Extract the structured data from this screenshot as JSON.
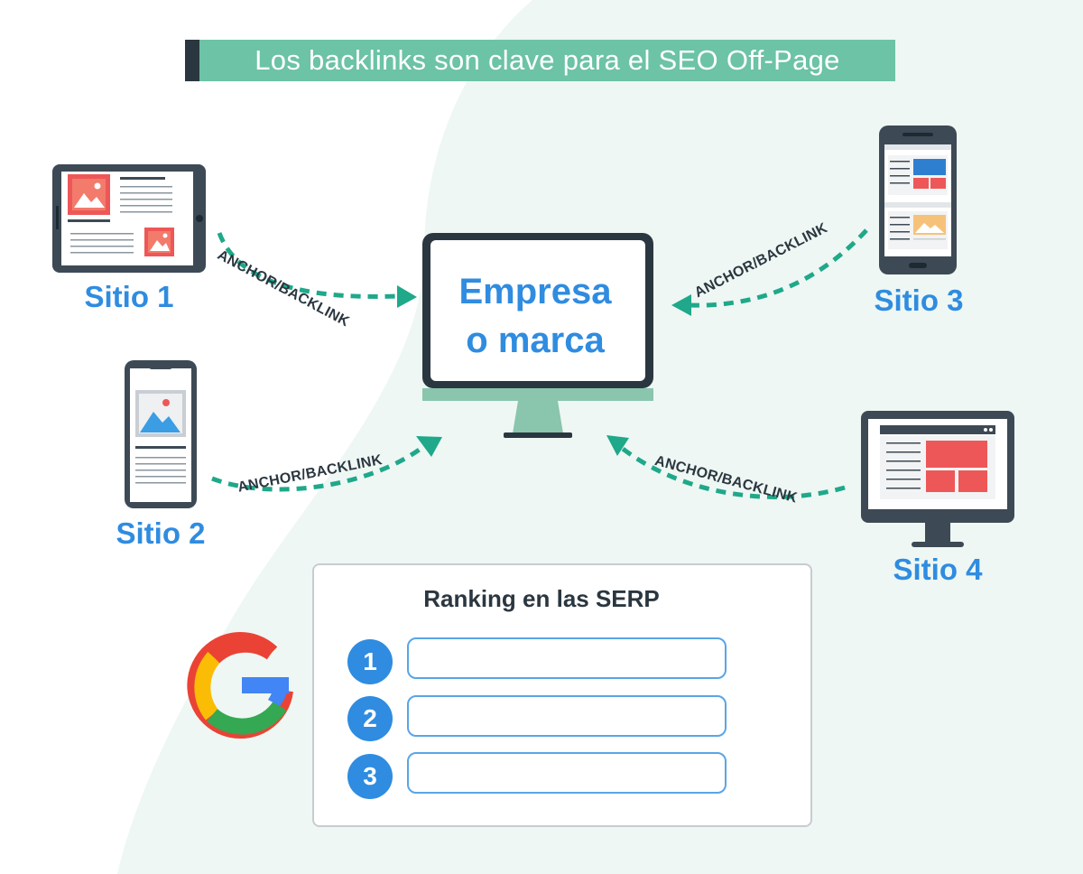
{
  "title": "Los backlinks son clave para el SEO Off-Page",
  "center": {
    "line1": "Empresa",
    "line2": "o marca"
  },
  "sites": [
    {
      "label": "Sitio 1",
      "device": "tablet"
    },
    {
      "label": "Sitio 2",
      "device": "phone"
    },
    {
      "label": "Sitio 3",
      "device": "phone"
    },
    {
      "label": "Sitio 4",
      "device": "desktop-monitor"
    }
  ],
  "anchor_label": "ANCHOR/BACKLINK",
  "ranking": {
    "title": "Ranking en las SERP",
    "positions": [
      "1",
      "2",
      "3"
    ]
  },
  "icons": [
    "google-logo-icon",
    "up-arrow-icon",
    "image-icon"
  ],
  "colors": {
    "accent_green": "#6cc3a5",
    "arrow_green": "#1fa88a",
    "label_blue": "#2f8ce0",
    "dark": "#2b3740",
    "red": "#ee5757",
    "arrow_yellow": "#f5c518",
    "background_tint": "#eef7f3"
  }
}
